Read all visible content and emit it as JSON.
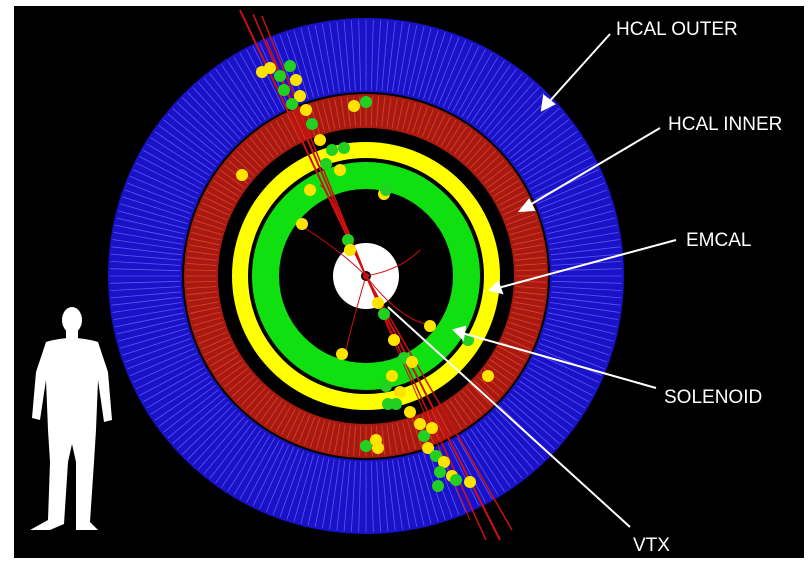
{
  "labels": {
    "hcal_outer": "HCAL OUTER",
    "hcal_inner": "HCAL INNER",
    "emcal": "EMCAL",
    "solenoid": "SOLENOID",
    "vtx": "VTX"
  },
  "colors": {
    "background": "#000000",
    "hcal_outer": "#1a12c8",
    "hcal_outer_lines": "#5a55ee",
    "hcal_inner": "#a81a10",
    "hcal_inner_lines": "#e0402e",
    "solenoid": "#ffff00",
    "emcal": "#10e010",
    "vtx": "#ffffff",
    "track": "#d01010",
    "hit_yellow": "#ffe400",
    "hit_green": "#22d022",
    "label_text": "#ffffff",
    "human": "#ffffff"
  }
}
